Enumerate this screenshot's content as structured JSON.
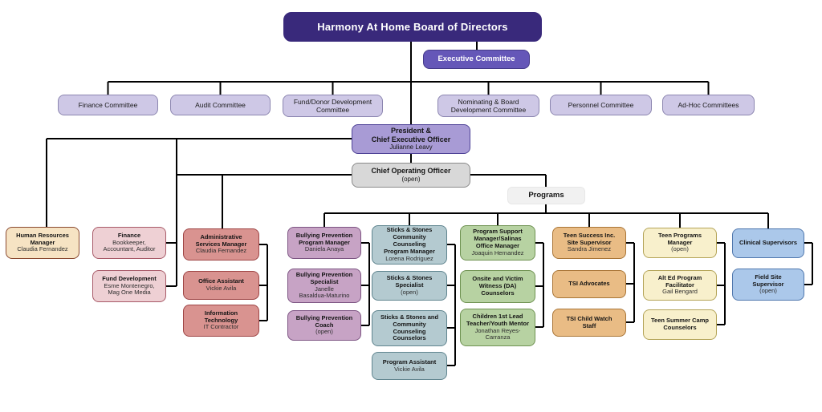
{
  "palette": {
    "board": {
      "fill": "#39297b",
      "border": "#39297b",
      "text": "#ffffff"
    },
    "exec": {
      "fill": "#6557b8",
      "border": "#453a8a",
      "text": "#ffffff"
    },
    "committee": {
      "fill": "#cec8e6",
      "border": "#8c86b0",
      "text": "#1a1a1a"
    },
    "ceo": {
      "fill": "#a89bd5",
      "border": "#4f4397",
      "text": "#141414"
    },
    "coo": {
      "fill": "#d8d8d8",
      "border": "#8a8a8a",
      "text": "#141414"
    },
    "programs": {
      "fill": "#f1f1f1",
      "border": "#e7e7e7",
      "text": "#141414"
    },
    "col1": {
      "fill": "#f6e3c3",
      "border": "#8a4a30"
    },
    "col2": {
      "fill": "#eed0d4",
      "border": "#a85a68"
    },
    "col3": {
      "fill": "#d99390",
      "border": "#9e4545"
    },
    "col4": {
      "fill": "#c7a3c5",
      "border": "#7d5583"
    },
    "col5": {
      "fill": "#b4cad0",
      "border": "#60858f"
    },
    "col6": {
      "fill": "#b7d2a2",
      "border": "#6f9252"
    },
    "col7": {
      "fill": "#e9bc85",
      "border": "#a97536"
    },
    "col8": {
      "fill": "#f8f0cc",
      "border": "#b4a458"
    },
    "col9": {
      "fill": "#abc8ea",
      "border": "#5078ae"
    }
  },
  "nodes": {
    "board": {
      "label": "Harmony At Home Board of Directors"
    },
    "exec": {
      "label": "Executive Committee"
    },
    "committees": [
      {
        "label": "Finance Committee"
      },
      {
        "label": "Audit Committee"
      },
      {
        "label": "Fund/Donor Development\nCommittee"
      },
      {
        "label": "Nominating & Board\nDevelopment Committee"
      },
      {
        "label": "Personnel Committee"
      },
      {
        "label": "Ad-Hoc Committees"
      }
    ],
    "ceo": {
      "title": "President &\nChief Executive Officer",
      "sub": "Julianne Leavy"
    },
    "coo": {
      "title": "Chief Operating Officer",
      "sub": "(open)"
    },
    "programs": {
      "label": "Programs"
    },
    "hr": {
      "title": "Human Resources\nManager",
      "sub": "Claudia Fernandez"
    },
    "finance": {
      "title": "Finance",
      "sub": "Bookkeeper,\nAccountant, Auditor"
    },
    "funddev": {
      "title": "Fund Development",
      "sub": "Esme Montenegro,\nMag One Media"
    },
    "admin": {
      "title": "Administrative\nServices Manager",
      "sub": "Claudia Fernandez"
    },
    "office": {
      "title": "Office Assistant",
      "sub": "Vickie Avila"
    },
    "it": {
      "title": "Information\nTechnology",
      "sub": "IT Contractor"
    },
    "bp1": {
      "title": "Bullying Prevention\nProgram Manager",
      "sub": "Daniela Anaya"
    },
    "bp2": {
      "title": "Bullying Prevention\nSpecialist",
      "sub": "Janelle\nBasaldua-Maturino"
    },
    "bp3": {
      "title": "Bullying Prevention\nCoach",
      "sub": "(open)"
    },
    "ss1": {
      "title": "Sticks & Stones\nCommunity\nCounseling\nProgram Manager",
      "sub": "Lorena Rodriguez"
    },
    "ss2": {
      "title": "Sticks & Stones\nSpecialist",
      "sub": "(open)"
    },
    "ss3": {
      "title": "Sticks & Stones and\nCommunity\nCounseling\nCounselors"
    },
    "ss4": {
      "title": "Program Assistant",
      "sub": "Vickie Avila"
    },
    "ps1": {
      "title": "Program Support\nManager/Salinas\nOffice Manager",
      "sub": "Joaquin Hernandez"
    },
    "ps2": {
      "title": "Onsite and Victim\nWitness (DA)\nCounselors"
    },
    "ps3": {
      "title": "Children 1st Lead\nTeacher/Youth Mentor",
      "sub": "Jonathan Reyes-\nCarranza"
    },
    "ts1": {
      "title": "Teen Success Inc.\nSite Supervisor",
      "sub": "Sandra Jimenez"
    },
    "ts2": {
      "title": "TSI Advocates"
    },
    "ts3": {
      "title": "TSI Child Watch\nStaff"
    },
    "tp1": {
      "title": "Teen Programs\nManager",
      "sub": "(open)"
    },
    "tp2": {
      "title": "Alt Ed Program\nFacilitator",
      "sub": "Gail Bengard"
    },
    "tp3": {
      "title": "Teen Summer Camp\nCounselors"
    },
    "cs1": {
      "title": "Clinical Supervisors"
    },
    "cs2": {
      "title": "Field Site\nSupervisor",
      "sub": "(open)"
    }
  }
}
